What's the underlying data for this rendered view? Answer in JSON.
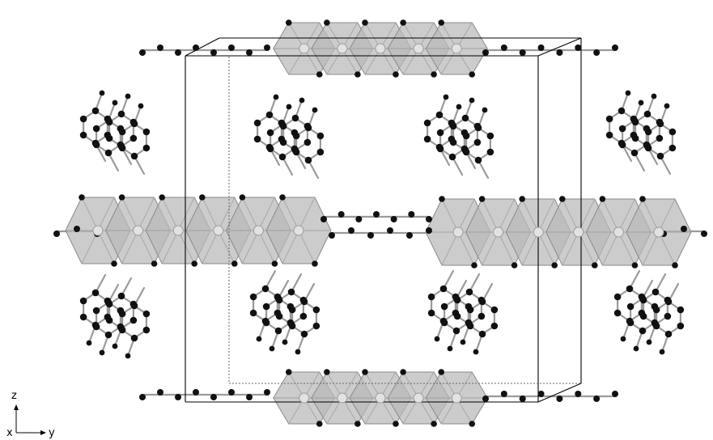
{
  "axes": {
    "z_label": "z",
    "x_label": "x",
    "y_label": "y"
  },
  "colors": {
    "polyhedron_fill": "#b9b9b9",
    "polyhedron_edge": "#8a8a8a",
    "atom": "#111111",
    "metal_atom": "#e2e2e2",
    "bond": "#9a9a9a",
    "cell_edge": "#000000"
  }
}
